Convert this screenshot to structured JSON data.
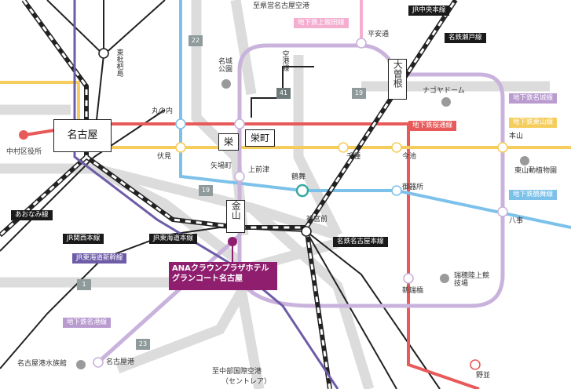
{
  "stations": {
    "nagoya": "名古屋",
    "sakae": "栄",
    "sakaemachi": "栄町",
    "kanayama": "金山",
    "ozone": "大曽根",
    "nakamura_kuyakusho": "中村区役所",
    "marunouchi": "丸の内",
    "fushimi": "伏見",
    "yabacho": "矢場町",
    "kamimaezu": "上前津",
    "tsurumai": "鶴舞",
    "chikusa": "千種",
    "imaike": "今池",
    "motoyama": "本山",
    "gokiso": "御器所",
    "yagoto": "八事",
    "jingumae": "神宮前",
    "aratamabashi": "新瑞橋",
    "nagoyako": "名古屋港",
    "heian_dori": "平安通",
    "higashi_biwajima": "東枇杷島",
    "meijo_koen": "名城公園",
    "nagoya_dome": "ナゴヤドーム",
    "higashiyama_zoo": "東山動植物園",
    "mizuho": "瑞穂陸上競技場",
    "nagoya_aquarium": "名古屋港水族館",
    "tokoname": "野並"
  },
  "lines": {
    "jr_chuo": "JR中央本線",
    "meitetsu_seto": "名鉄瀬戸線",
    "kamiiida": "地下鉄上飯田線",
    "meijo": "地下鉄名城線",
    "sakuradori": "地下鉄桜通線",
    "higashiyama": "地下鉄東山線",
    "tsurumai": "地下鉄鶴舞線",
    "aonami": "あおなみ線",
    "jr_kansai": "JR関西本線",
    "jr_tokaido": "JR東海道本線",
    "jr_shinkansen": "JR東海道新幹線",
    "meitetsu_nagoya": "名鉄名古屋本線",
    "meiko": "地下鉄名港線",
    "kuko": "空港線"
  },
  "places": {
    "to_airport": "至県営名古屋空港",
    "to_centrair_1": "至中部国際空港",
    "to_centrair_2": "（セントレア）"
  },
  "hotel": {
    "line1": "ANAクラウンプラザホテル",
    "line2": "グランコート名古屋"
  },
  "routes": [
    "22",
    "41",
    "19",
    "19",
    "1",
    "23"
  ],
  "colors": {
    "sakuradori": "#e85a5a",
    "higashiyama": "#f5cd5c",
    "meijo": "#c9b3dc",
    "tsurumai": "#7cc1ea",
    "kamiiida": "#f4aed0",
    "hotel": "#8f1f6e",
    "jr_shinkansen": "#6e5ca8"
  }
}
